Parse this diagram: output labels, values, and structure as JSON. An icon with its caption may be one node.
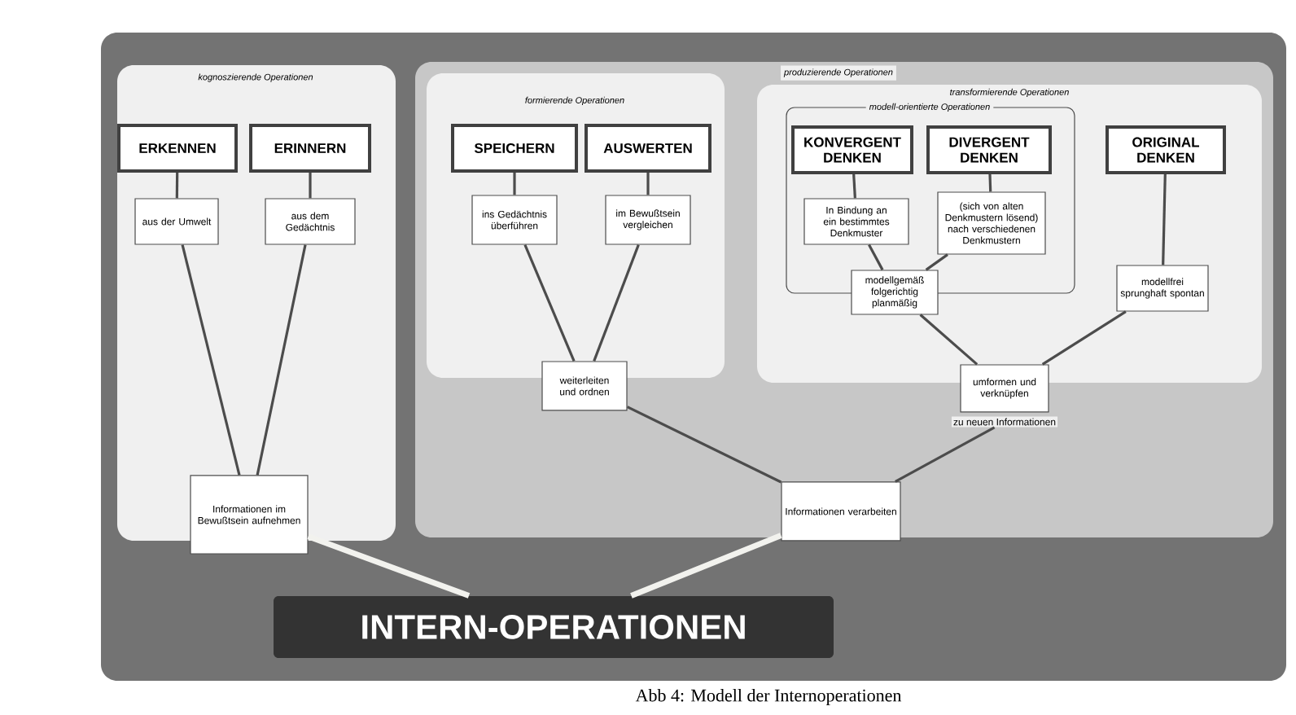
{
  "diagram": {
    "caption": "Abb 4: Modell der Internoperationen",
    "nodes": [
      {
        "text": [],
        "shape": "box"
      },
      {
        "text": [
          "kognoszierende Operationen"
        ],
        "in": 0
      },
      {
        "text": [
          "ERKENNEN"
        ],
        "in": 1
      },
      {
        "text": [
          "ERINNERN"
        ],
        "in": 1
      },
      {
        "text": [
          "aus der Umwelt"
        ],
        "in": 1
      },
      {
        "text": [
          "aus dem Gedächtnis"
        ],
        "in": 1
      },
      {
        "text": [
          "Informationen im Bewußtsein aufnehmen"
        ],
        "in": 0
      },
      {
        "text": [
          "produzierende Operationen"
        ],
        "in": 0
      },
      {
        "text": [
          "formierende Operationen"
        ],
        "in": 7
      },
      {
        "text": [
          "SPEICHERN"
        ],
        "in": 8
      },
      {
        "text": [
          "AUSWERTEN"
        ],
        "in": 8
      },
      {
        "text": [
          "ins Gedächtnis überführen"
        ],
        "in": 8
      },
      {
        "text": [
          "im Bewußtsein vergleichen"
        ],
        "in": 8
      },
      {
        "text": [
          "weiterleiten und ordnen"
        ],
        "in": 7
      },
      {
        "text": [
          "transformierende Operationen"
        ],
        "in": 7
      },
      {
        "text": [
          "modell-orientierte Operationen"
        ],
        "in": 14
      },
      {
        "text": [
          "KONVERGENT DENKEN"
        ],
        "in": 15
      },
      {
        "text": [
          "DIVERGENT DENKEN"
        ],
        "in": 15
      },
      {
        "text": [
          "ORIGINAL DENKEN"
        ],
        "in": 14
      },
      {
        "text": [
          "In Bindung an ein bestimmtes Denkmuster"
        ],
        "in": 15
      },
      {
        "text": [
          "(sich von alten Denkmustern lösend) nach verschiedenen Denkmustern"
        ],
        "in": 15
      },
      {
        "text": [
          "modellgemäß folgerichtig planmäßig"
        ],
        "in": 14
      },
      {
        "text": [
          "modellfrei sprunghaft spontan"
        ],
        "in": 14
      },
      {
        "text": [
          "umformen und verknüpfen"
        ],
        "beside": [
          "zu neuen Informationen"
        ],
        "in": 7
      },
      {
        "text": [
          "Informationen verarbeiten"
        ],
        "in": 7
      },
      {
        "text": [
          "INTERN-OPERATIONEN"
        ],
        "in": 0
      }
    ],
    "edges": [
      {
        "from": 2,
        "to": 4,
        "arrow": "none"
      },
      {
        "from": 3,
        "to": 5,
        "arrow": "none"
      },
      {
        "from": 4,
        "to": 6,
        "arrow": "none"
      },
      {
        "from": 5,
        "to": 6,
        "arrow": "none"
      },
      {
        "from": 9,
        "to": 11,
        "arrow": "none"
      },
      {
        "from": 10,
        "to": 12,
        "arrow": "none"
      },
      {
        "from": 11,
        "to": 13,
        "arrow": "none"
      },
      {
        "from": 12,
        "to": 13,
        "arrow": "none"
      },
      {
        "from": 16,
        "to": 19,
        "arrow": "none"
      },
      {
        "from": 17,
        "to": 20,
        "arrow": "none"
      },
      {
        "from": 19,
        "to": 21,
        "arrow": "none"
      },
      {
        "from": 20,
        "to": 21,
        "arrow": "none"
      },
      {
        "from": 18,
        "to": 22,
        "arrow": "none"
      },
      {
        "from": 21,
        "to": 23,
        "arrow": "none"
      },
      {
        "from": 22,
        "to": 23,
        "arrow": "none"
      },
      {
        "from": 13,
        "to": 24,
        "arrow": "none"
      },
      {
        "from": 23,
        "to": 24,
        "arrow": "none"
      },
      {
        "from": 6,
        "to": 25,
        "arrow": "none",
        "style": "thick",
        "color": "#f2f2ee"
      },
      {
        "from": 24,
        "to": 25,
        "arrow": "none",
        "style": "thick",
        "color": "#f2f2ee"
      }
    ]
  }
}
